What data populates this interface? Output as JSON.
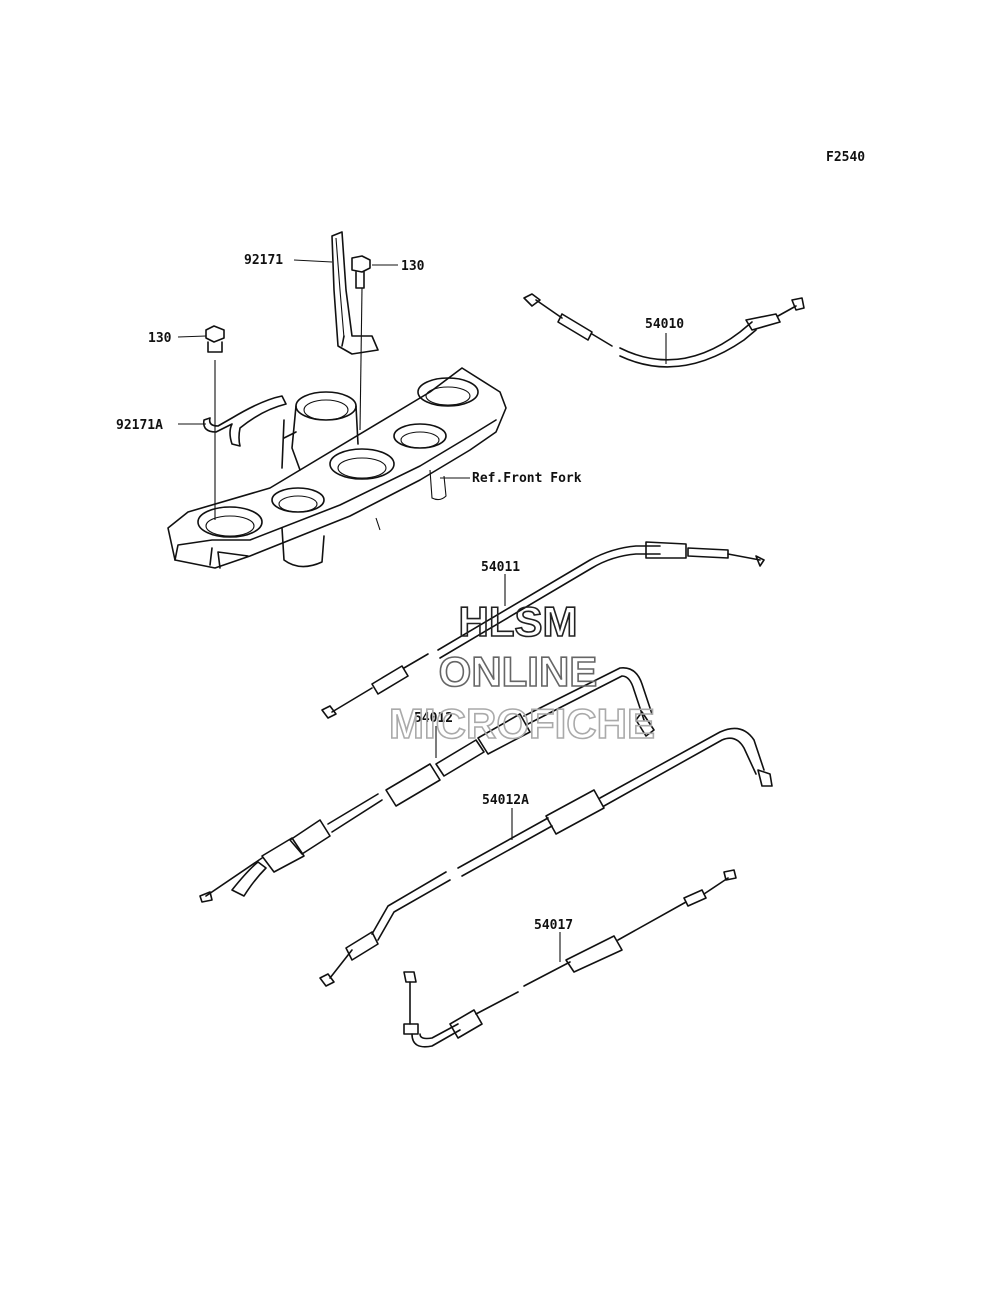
{
  "figure_code": "F2540",
  "labels": {
    "p92171": "92171",
    "p130a": "130",
    "p130b": "130",
    "p92171a": "92171A",
    "p54010": "54010",
    "ref_front_fork": "Ref.Front Fork",
    "p54011": "54011",
    "p54012": "54012",
    "p54012a": "54012A",
    "p54017": "54017"
  },
  "watermark": {
    "line1": "HLSM",
    "line2": "ONLINE",
    "line3": "MICROFICHE"
  },
  "colors": {
    "ink": "#111111",
    "watermark1": "#222222",
    "watermark2": "#666666",
    "watermark3": "#aaaaaa"
  }
}
